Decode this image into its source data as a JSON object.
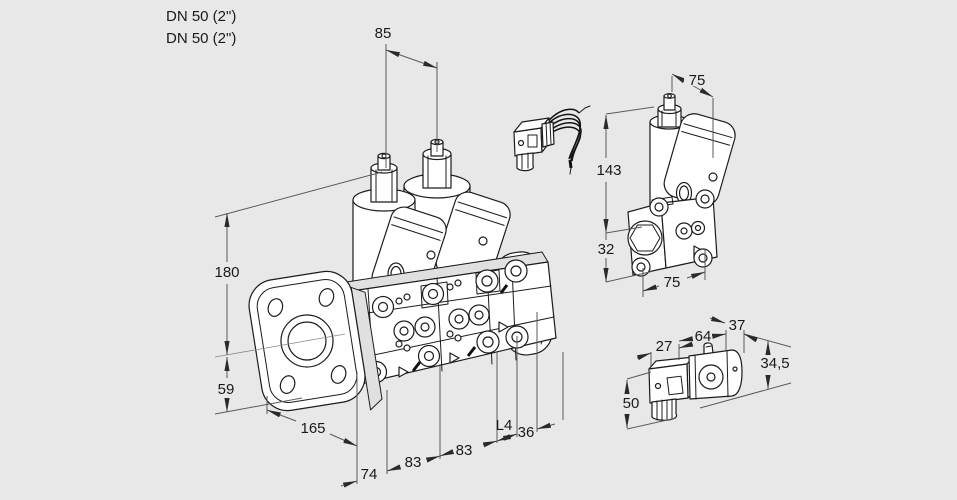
{
  "colors": {
    "background": "#e8e8e8",
    "drawing_line": "#1c1c1c",
    "dimension_line": "#5a5a5a",
    "text": "#1a1a1a",
    "fill": "#ffffff"
  },
  "labels": {
    "line1": "DN 50 (2\")",
    "line2": "DN 50 (2\")"
  },
  "main_view": {
    "description": "double-solenoid-valve-isometric",
    "dims": {
      "d85": "85",
      "d180": "180",
      "d59": "59",
      "d165": "165",
      "d74": "74",
      "d83a": "83",
      "d83b": "83",
      "dL4": "L4",
      "d36": "36"
    }
  },
  "side_view": {
    "description": "single-valve-isometric",
    "dims": {
      "d75_top": "75",
      "d143": "143",
      "d32": "32",
      "d75_bottom": "75"
    }
  },
  "detail_view": {
    "description": "solenoid-actuator-detail",
    "dims": {
      "d27": "27",
      "d64": "64",
      "d37": "37",
      "d34_5": "34,5",
      "d50": "50"
    }
  }
}
